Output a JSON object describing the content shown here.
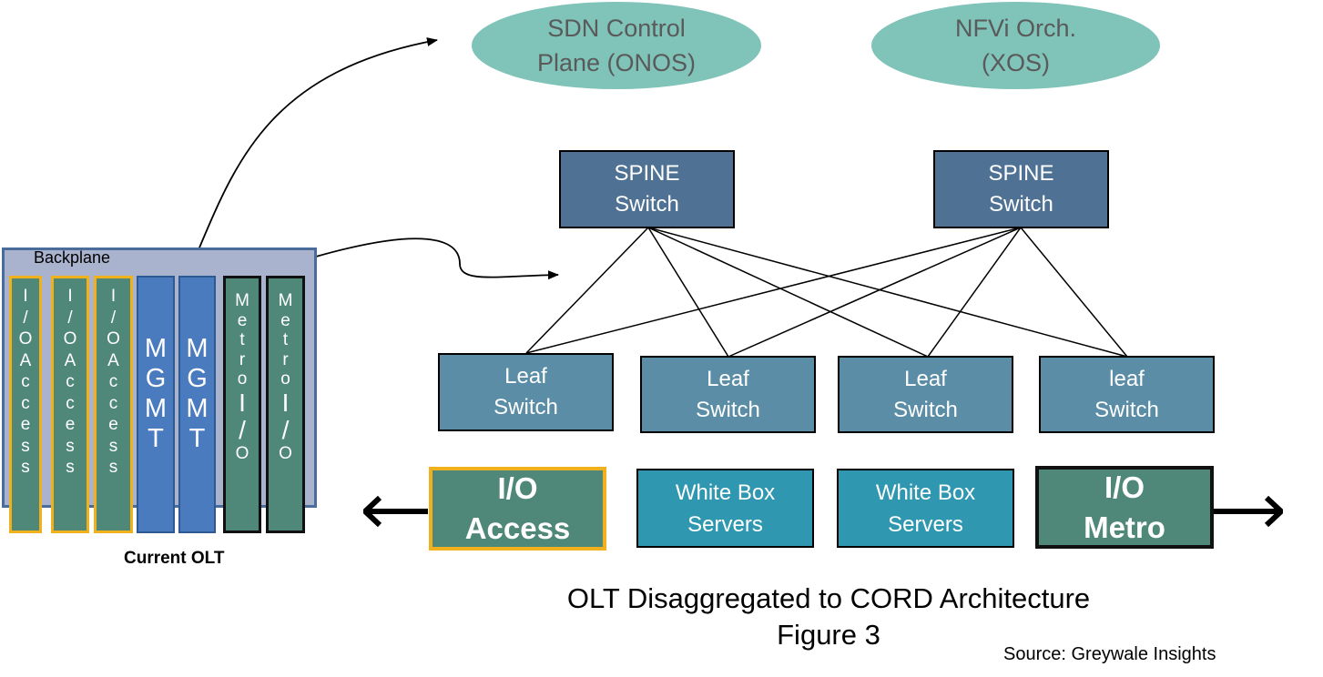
{
  "ellipses": [
    {
      "line1": "SDN Control",
      "line2": "Plane (ONOS)"
    },
    {
      "line1": "NFVi Orch.",
      "line2": "(XOS)"
    }
  ],
  "spines": [
    {
      "line1": "SPINE",
      "line2": "Switch"
    },
    {
      "line1": "SPINE",
      "line2": "Switch"
    }
  ],
  "leaves": [
    {
      "line1": "Leaf",
      "line2": "Switch"
    },
    {
      "line1": "Leaf",
      "line2": "Switch"
    },
    {
      "line1": "Leaf",
      "line2": "Switch"
    },
    {
      "line1": "leaf",
      "line2": "Switch"
    }
  ],
  "bottom_row": {
    "io_access": {
      "line1": "I/O",
      "line2": "Access"
    },
    "white_box_1": {
      "line1": "White Box",
      "line2": "Servers"
    },
    "white_box_2": {
      "line1": "White Box",
      "line2": "Servers"
    },
    "io_metro": {
      "line1": "I/O",
      "line2": "Metro"
    }
  },
  "olt": {
    "backplane_label": "Backplane",
    "label": "Current OLT",
    "cards": [
      {
        "type": "access",
        "chars": [
          "I",
          "/",
          "O",
          "A",
          "c",
          "c",
          "e",
          "s",
          "s"
        ]
      },
      {
        "type": "access",
        "chars": [
          "I",
          "/",
          "O",
          "A",
          "c",
          "c",
          "e",
          "s",
          "s"
        ]
      },
      {
        "type": "access",
        "chars": [
          "I",
          "/",
          "O",
          "A",
          "c",
          "c",
          "e",
          "s",
          "s"
        ]
      },
      {
        "type": "mgmt",
        "chars": [
          "M",
          "G",
          "M",
          "T"
        ]
      },
      {
        "type": "mgmt",
        "chars": [
          "M",
          "G",
          "M",
          "T"
        ]
      },
      {
        "type": "metro",
        "chars": [
          "M",
          "e",
          "t",
          "r",
          "o",
          "I",
          "/",
          "O"
        ]
      },
      {
        "type": "metro",
        "chars": [
          "M",
          "e",
          "t",
          "r",
          "o",
          "I",
          "/",
          "O"
        ]
      }
    ]
  },
  "caption": {
    "line1": "OLT Disaggregated to CORD Architecture",
    "line2": "Figure 3"
  },
  "source": "Source: Greywale Insights"
}
